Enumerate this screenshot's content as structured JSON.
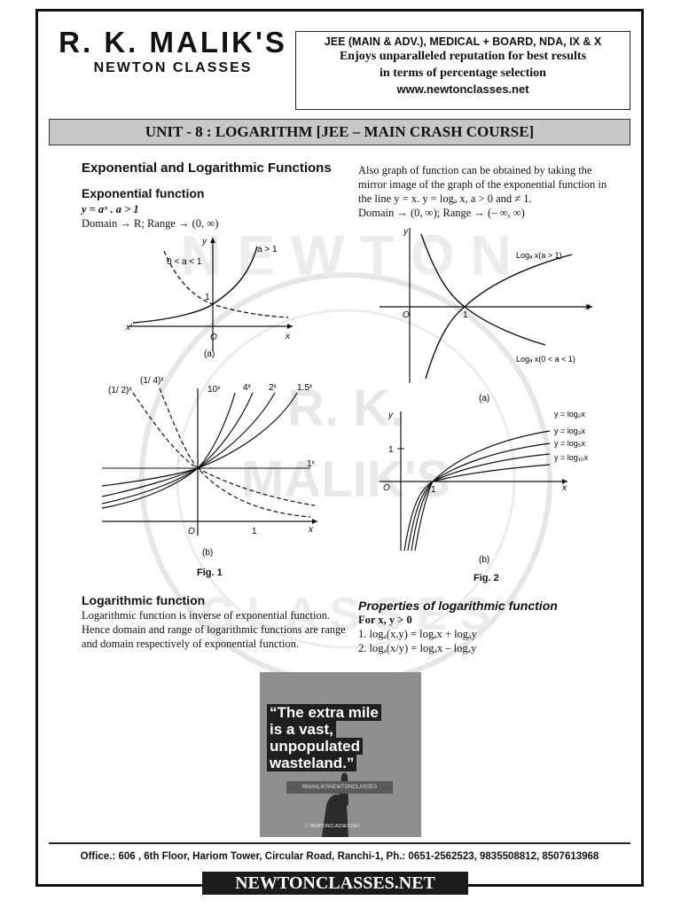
{
  "header": {
    "brand_name": "R. K. MALIK'S",
    "brand_sub": "NEWTON CLASSES",
    "line1": "JEE (MAIN & ADV.), MEDICAL + BOARD, NDA, IX & X",
    "line2": "Enjoys unparalleled reputation for best results",
    "line3": "in terms of percentage selection",
    "url": "www.newtonclasses.net"
  },
  "unit_title": "UNIT - 8 : LOGARITHM [JEE – MAIN CRASH COURSE]",
  "left": {
    "section_title": "Exponential and Logarithmic Functions",
    "exp_title": "Exponential function",
    "exp_formula": "y = aˣ . a > 1",
    "exp_domain": "Domain → R; Range → (0, ∞)",
    "fig1a": {
      "a_gt_1": "a > 1",
      "a_lt_1": "0 < a < 1",
      "y": "y",
      "x": "x",
      "xp": "x'",
      "o": "O",
      "one": "1",
      "caption": "(a)"
    },
    "fig1b": {
      "l_half": "(1/ 2)ˣ",
      "l_quarter": "(1/ 4)ˣ",
      "l_10": "10ˣ",
      "l_4": "4ˣ",
      "l_2": "2ˣ",
      "l_15": "1.5ˣ",
      "l_1": "1ˣ",
      "x": "x",
      "o": "O",
      "one": "1",
      "caption": "(b)"
    },
    "fig_label": "Fig. 1",
    "log_title": "Logarithmic function",
    "log_text1": "Logarithmic function is inverse of exponential function.",
    "log_text2": "Hence domain and range of logarithmic functions are range",
    "log_text3": "and domain respectively of exponential function."
  },
  "right": {
    "text1": "Also graph of function can be obtained by taking the",
    "text2": "mirror image of the graph of the exponential function in",
    "text3": "the line y = x. y = logₐ x, a > 0 and ≠ 1.",
    "text4": "Domain → (0, ∞); Range → (– ∞, ∞)",
    "fig2a": {
      "y": "y",
      "x": "x",
      "o": "O",
      "one": "1",
      "l_gt": "Logₐ x(a > 1)",
      "l_lt": "Logₐ x(0 < a < 1)",
      "caption": "(a)"
    },
    "fig2b": {
      "y": "y",
      "x": "x",
      "o": "O",
      "one_x": "1",
      "one_y": "1",
      "l_2": "y = log₂x",
      "l_3": "y = log₃x",
      "l_5": "y = log₅x",
      "l_10": "y = log₁₀x",
      "caption": "(b)"
    },
    "fig_label": "Fig. 2",
    "prop_title": "Properties of logarithmic function",
    "prop_cond": "For x, y > 0",
    "prop1": "1.   logₐ(x.y) = logₐx + logₐy",
    "prop2": "2.   logₐ(x/y) = logₐx – logₐy"
  },
  "quote": {
    "line1": "“The extra mile",
    "line2": "is a vast,",
    "line3": "unpopulated",
    "line4": "wasteland.”",
    "handle": "RKMALIKSNEWTONCLASSES",
    "fb": "NEWTONCLASSES.NET"
  },
  "watermark": {
    "w1": "N E W T O N",
    "w2": "R. K.",
    "w3": "MALIK'S",
    "w4": "C L A S S E S"
  },
  "footer": {
    "office": "Office.: 606 , 6th Floor, Hariom Tower, Circular Road, Ranchi-1, Ph.: 0651-2562523, 9835508812, 8507613968",
    "site": "NEWTONCLASSES.NET"
  }
}
